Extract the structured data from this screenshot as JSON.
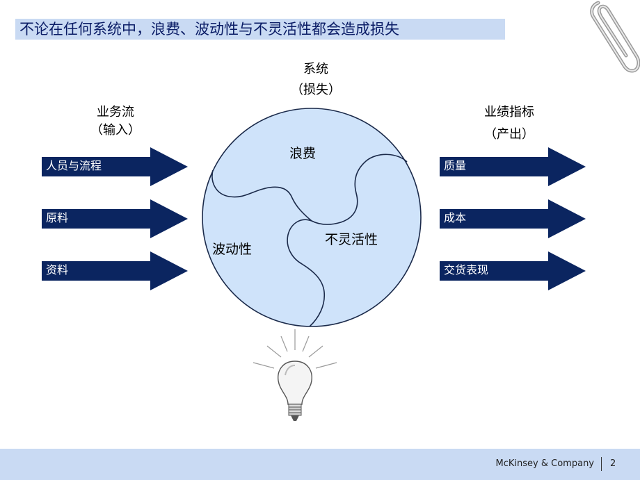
{
  "header": {
    "title": "不论在任何系统中，浪费、波动性与不灵活性都会造成损失"
  },
  "system": {
    "title": "系统",
    "subtitle": "（损失）",
    "segments": {
      "waste": "浪费",
      "variability": "波动性",
      "inflexibility": "不灵活性"
    }
  },
  "inputs": {
    "heading": "业务流",
    "subheading": "（输入）",
    "items": [
      "人员与流程",
      "原料",
      "资料"
    ]
  },
  "outputs": {
    "heading": "业绩指标",
    "subheading": "（产出）",
    "items": [
      "质量",
      "成本",
      "交货表现"
    ]
  },
  "footer": {
    "company": "McKinsey & Company",
    "page": "2"
  },
  "colors": {
    "arrow": "#0b2560",
    "circle_fill": "#cfe3fa",
    "band": "#c9daf3",
    "title_text": "#0a1c66"
  },
  "icons": [
    "paperclip-icon",
    "lightbulb-icon"
  ]
}
